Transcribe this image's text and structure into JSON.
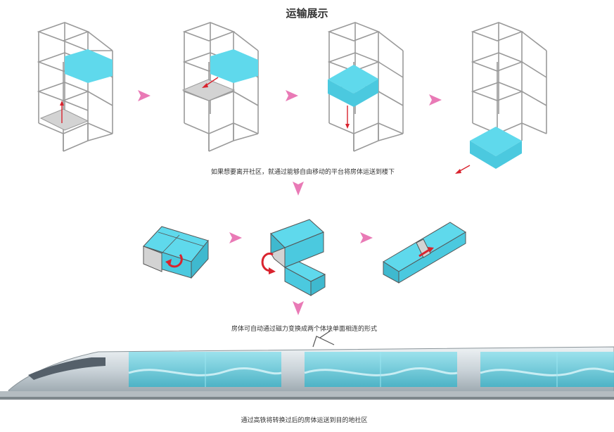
{
  "title": "运输展示",
  "captions": {
    "step1": "如果想要离开社区，就通过能够自由移动的平台将房体运送到楼下",
    "step2": "房体可自动通过磁力变换成两个体块单面相连的形式",
    "step3": "通过高铁将转换过后的房体运送到目的地社区"
  },
  "colors": {
    "cyan": "#5fd9ec",
    "frame": "#999999",
    "arrow_pink": "#e97ab6",
    "arrow_red": "#d9232e",
    "platform": "#d6d6d6",
    "train_body": "#cfd7dc",
    "train_glass": "#58c4d6"
  }
}
